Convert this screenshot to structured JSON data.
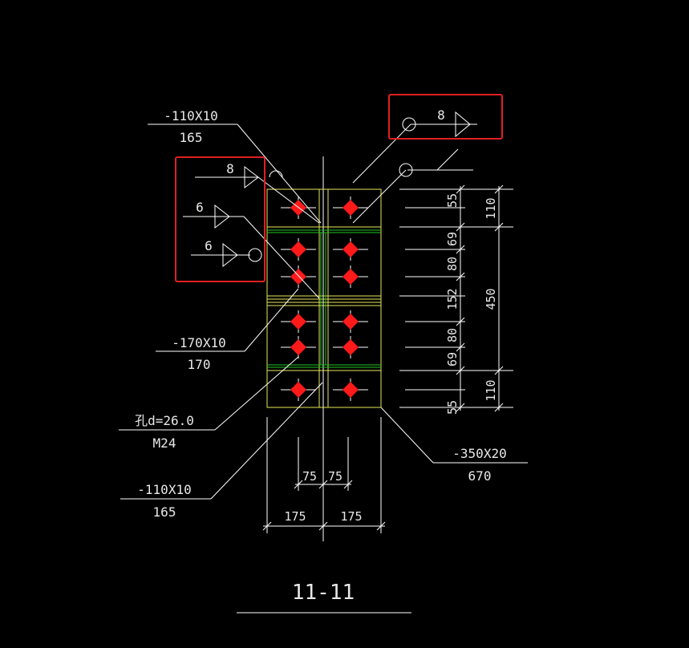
{
  "drawing": {
    "title": "11-11",
    "callouts": {
      "top_plate_left": {
        "spec": "-110X10",
        "length": "165"
      },
      "mid_plate": {
        "spec": "-170X10",
        "length": "170"
      },
      "bolt": {
        "spec": "孔d=26.0",
        "size": "M24"
      },
      "bottom_plate": {
        "spec": "-110X10",
        "length": "165"
      },
      "end_plate": {
        "spec": "-350X20",
        "length": "670"
      }
    },
    "welds": {
      "top_right": "8",
      "left_top": "8",
      "left_mid": "6",
      "left_bottom": "6"
    },
    "vertical_dims": [
      "55",
      "110",
      "69",
      "80",
      "152",
      "450",
      "80",
      "69",
      "110",
      "55"
    ],
    "horizontal_dims": [
      "75",
      "75",
      "175",
      "175"
    ]
  },
  "colors": {
    "background": "#000000",
    "line": "#ffffff",
    "plate": "#e6e65a",
    "stiffener": "#22c322",
    "bolt": "#ff1a1a",
    "highlight": "#e02020"
  }
}
